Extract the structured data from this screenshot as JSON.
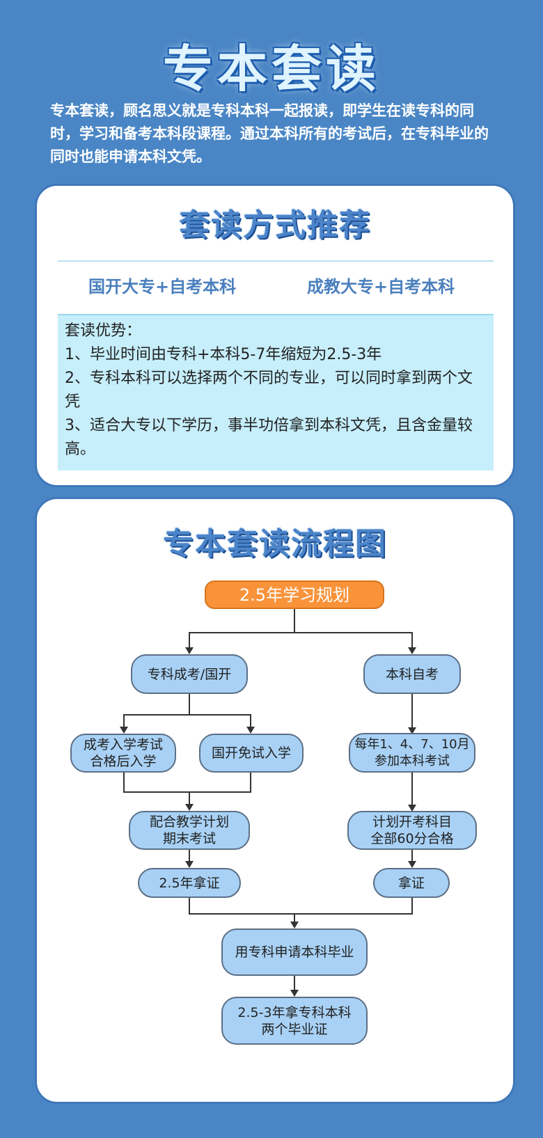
{
  "header": {
    "title": "专本套读",
    "intro": "专本套读，顾名思义就是专科本科一起报读，即学生在读专科的同时，学习和备考本科段课程。通过本科所有的考试后，在专科毕业的同时也能申请本科文凭。"
  },
  "methods_card": {
    "title": "套读方式推荐",
    "option_1": "国开大专+自考本科",
    "option_2": "成教大专+自考本科",
    "advantages": {
      "heading": "套读优势：",
      "item_1": "1、毕业时间由专科+本科5-7年缩短为2.5-3年",
      "item_2": "2、专科本科可以选择两个不同的专业，可以同时拿到两个文凭",
      "item_3": "3、适合大专以下学历，事半功倍拿到本科文凭，且含金量较高。"
    }
  },
  "flow_card": {
    "title": "专本套读流程图",
    "start": "2.5年学习规划",
    "left_branch": "专科成考/国开",
    "right_branch": "本科自考",
    "left_a": "成考入学考试\n合格后入学",
    "left_b": "国开免试入学",
    "right_1": "每年1、4、7、10月\n参加本科考试",
    "left_2": "配合教学计划\n期末考试",
    "right_2": "计划开考科目\n全部60分合格",
    "left_3": "2.5年拿证",
    "right_3": "拿证",
    "merge": "用专科申请本科毕业",
    "end": "2.5-3年拿专科本科\n两个毕业证"
  },
  "colors": {
    "background": "#4a86c5",
    "start_node": "#f9933a",
    "node_fill": "#a8d1f5",
    "adv_box": "#c6eefb"
  }
}
